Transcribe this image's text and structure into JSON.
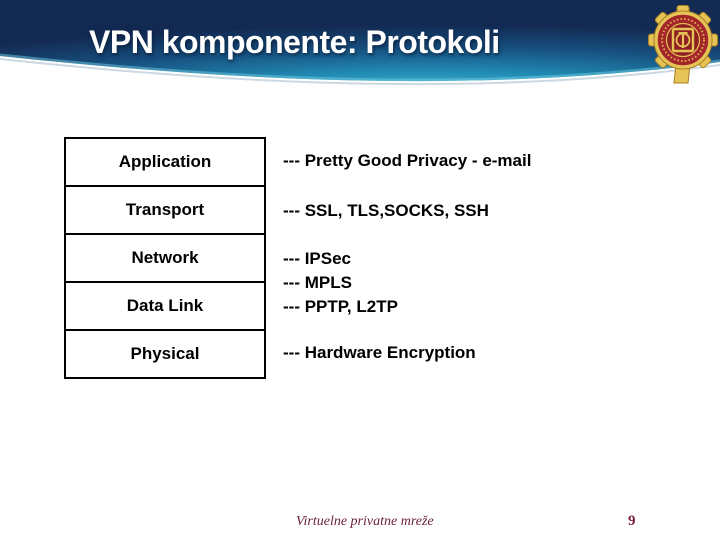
{
  "header": {
    "title": "VPN komponente: Protokoli"
  },
  "osi_stack": {
    "layers": [
      {
        "label": "Application"
      },
      {
        "label": "Transport"
      },
      {
        "label": "Network"
      },
      {
        "label": "Data Link"
      },
      {
        "label": "Physical"
      }
    ]
  },
  "annotations": {
    "application": "--- Pretty Good Privacy - e-mail",
    "transport": "--- SSL, TLS,SOCKS, SSH",
    "network_and_datalink": [
      "--- IPSec",
      "--- MPLS",
      "--- PPTP, L2TP"
    ],
    "physical": "--- Hardware Encryption"
  },
  "footer": {
    "title": "Virtuelne privatne mreže",
    "page_number": "9"
  },
  "icons": {
    "seal_logo": "university-seal-logo"
  },
  "colors": {
    "banner_navy": "#132A52",
    "banner_teal": "#2E9FC4",
    "banner_rim_light": "#6FCBE0",
    "title_text": "#FFFFFF",
    "body_text": "#000000",
    "footer_text": "#6B1D3C",
    "page_number_text": "#7A1E38",
    "seal_gold": "#E6C355",
    "seal_red": "#A3262B"
  }
}
